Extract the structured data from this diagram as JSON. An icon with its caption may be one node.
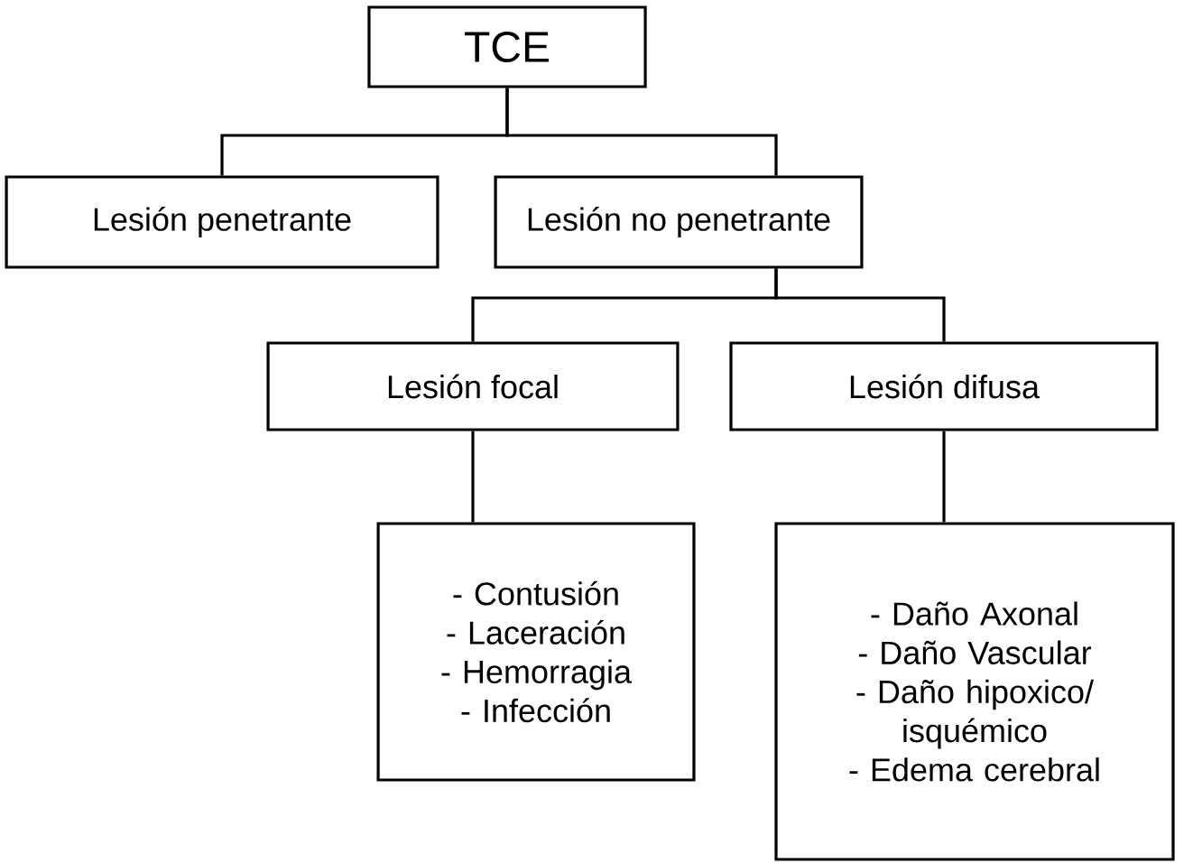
{
  "diagram": {
    "nodes": [
      {
        "text": [
          "TCE"
        ]
      },
      {
        "text": [
          "Lesión penetrante"
        ]
      },
      {
        "text": [
          "Lesión no penetrante"
        ]
      },
      {
        "text": [
          "Lesión focal"
        ]
      },
      {
        "text": [
          "Lesión difusa"
        ]
      },
      {
        "text": [
          "- Contusión",
          "- Laceración",
          "- Hemorragia",
          "- Infección"
        ]
      },
      {
        "text": [
          "- Daño Axonal",
          "- Daño Vascular",
          "- Daño hipoxico/ isquémico",
          "- Edema cerebral"
        ]
      }
    ],
    "edges": [
      {
        "from": 0,
        "to": 1,
        "arrow": "none"
      },
      {
        "from": 0,
        "to": 2,
        "arrow": "none"
      },
      {
        "from": 2,
        "to": 3,
        "arrow": "none"
      },
      {
        "from": 2,
        "to": 4,
        "arrow": "none"
      },
      {
        "from": 3,
        "to": 5,
        "arrow": "none"
      },
      {
        "from": 4,
        "to": 6,
        "arrow": "none"
      }
    ]
  }
}
